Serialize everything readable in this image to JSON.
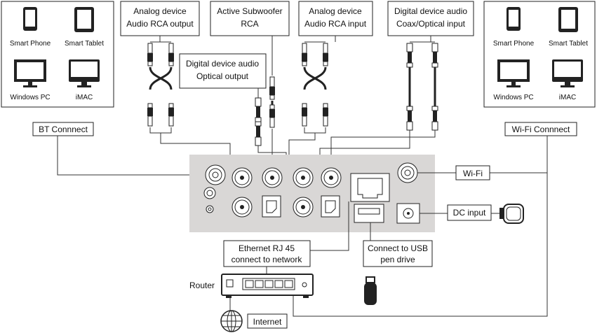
{
  "left_group": {
    "devices": [
      "Smart Phone",
      "Smart Tablet",
      "Windows PC",
      "iMAC"
    ],
    "connect_label": "BT Connnect"
  },
  "right_group": {
    "devices": [
      "Smart Phone",
      "Smart Tablet",
      "Windows PC",
      "iMAC"
    ],
    "connect_label": "Wi-Fi Connnect"
  },
  "top_boxes": {
    "analog_out": [
      "Analog device",
      "Audio RCA output"
    ],
    "subwoofer": [
      "Active Subwoofer",
      "RCA"
    ],
    "analog_in": [
      "Analog device",
      "Audio RCA input"
    ],
    "digital_in": [
      "Digital device audio",
      "Coax/Optical input"
    ],
    "digital_out": [
      "Digital device audio",
      "Optical output"
    ]
  },
  "right_labels": {
    "wifi": "Wi-Fi",
    "dc": "DC input"
  },
  "bottom": {
    "ethernet": [
      "Ethernet RJ 45",
      "connect to network"
    ],
    "usb": [
      "Connect to USB",
      "pen drive"
    ],
    "router": "Router",
    "internet": "Internet"
  }
}
